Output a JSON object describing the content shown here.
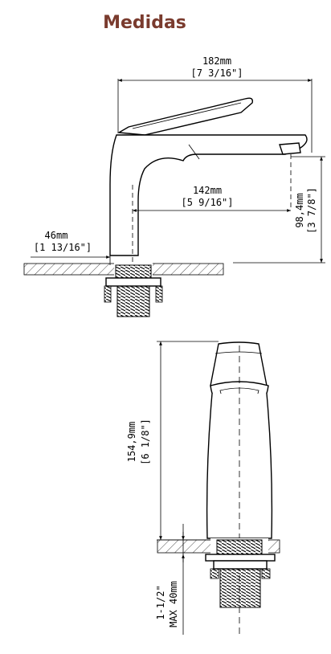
{
  "title": "Medidas",
  "dimensions": {
    "width_mm": "182mm",
    "width_in": "[7 3/16\"]",
    "reach_mm": "142mm",
    "reach_in": "[5 9/16\"]",
    "base_mm": "46mm",
    "base_in": "[1 13/16\"]",
    "spout_height_mm": "98,4mm",
    "spout_height_in": "[3 7/8\"]",
    "total_height_mm": "154,9mm",
    "total_height_in": "[6 1/8\"]",
    "thread": "1-1/2\"",
    "max_thickness": "MAX 40mm"
  }
}
